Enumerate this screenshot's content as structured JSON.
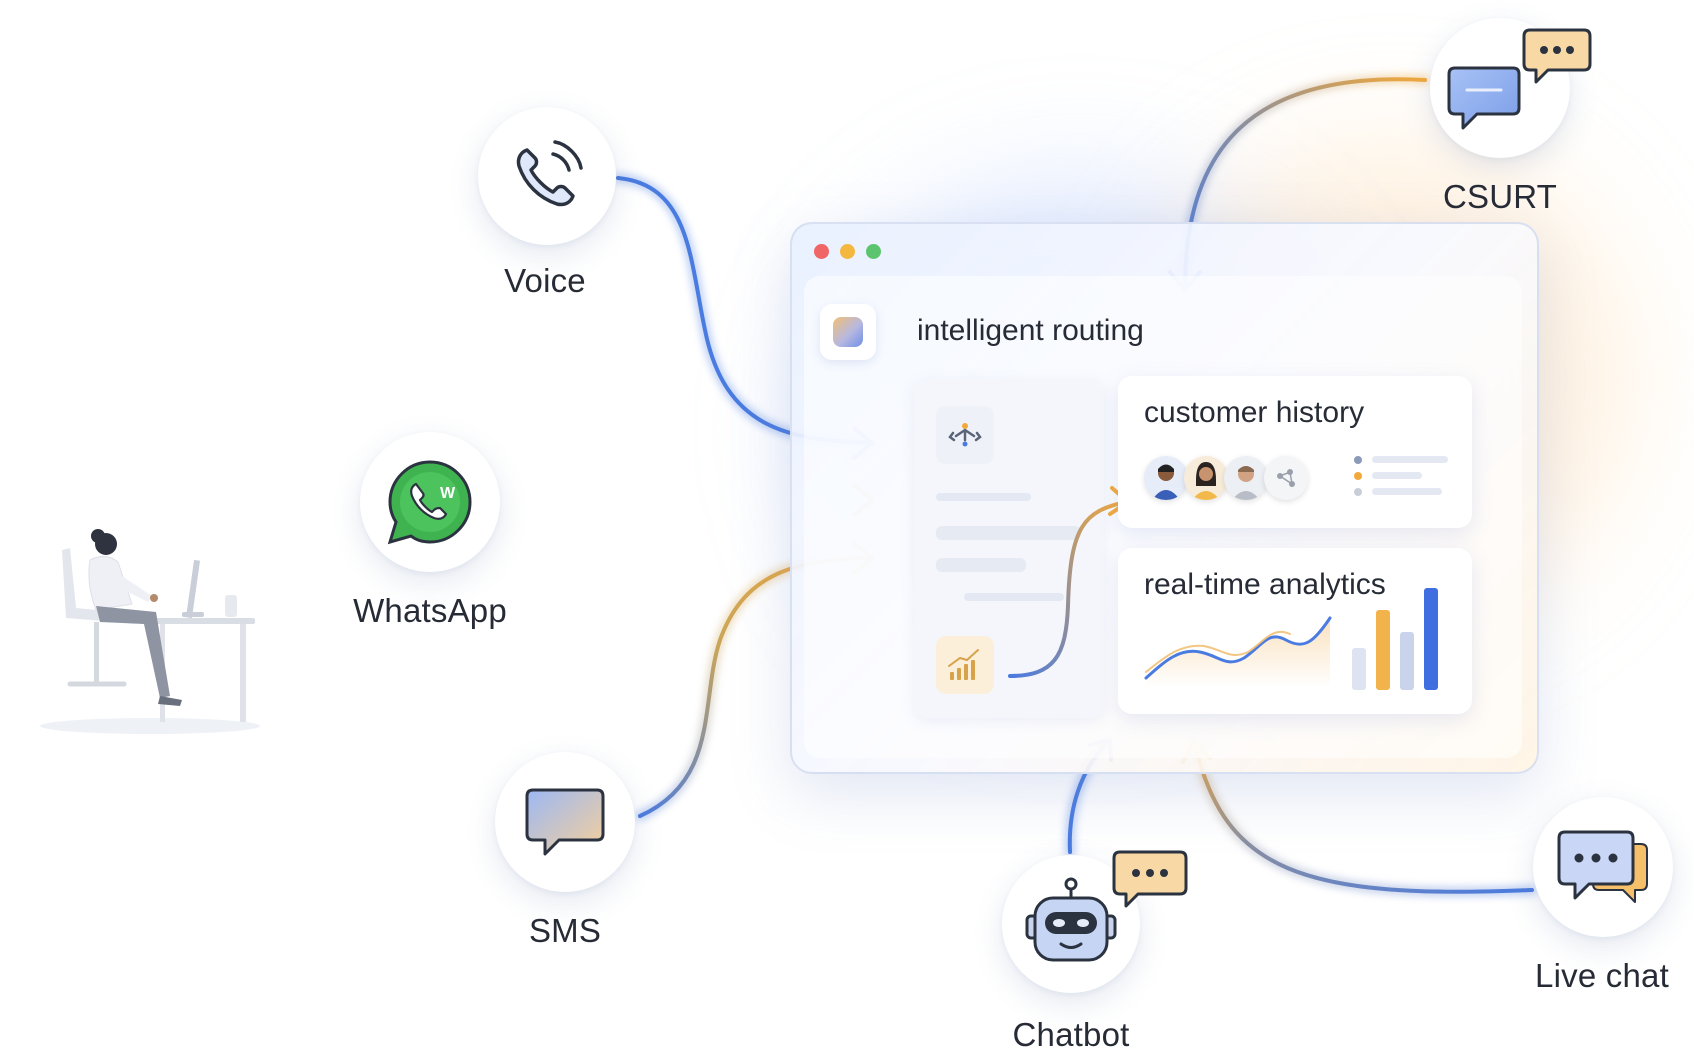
{
  "diagram": {
    "channels": [
      {
        "id": "voice",
        "label": "Voice"
      },
      {
        "id": "whatsapp",
        "label": "WhatsApp"
      },
      {
        "id": "sms",
        "label": "SMS"
      },
      {
        "id": "chatbot",
        "label": "Chatbot"
      },
      {
        "id": "live_chat",
        "label": "Live chat"
      },
      {
        "id": "csurt",
        "label": "CSURT"
      }
    ],
    "window": {
      "title": "intelligent routing",
      "panels": {
        "customer_history": "customer history",
        "analytics": "real-time analytics"
      }
    },
    "colors": {
      "blue": "#4a7be0",
      "orange": "#f2a93b",
      "dot_red": "#f06565",
      "dot_yellow": "#f4b840",
      "dot_green": "#5cc46e"
    },
    "icons": [
      "phone-icon",
      "whatsapp-icon",
      "sms-bubble-icon",
      "robot-icon",
      "chat-bubble-icon",
      "message-bubbles-icon",
      "person-at-desk-illustration"
    ]
  }
}
